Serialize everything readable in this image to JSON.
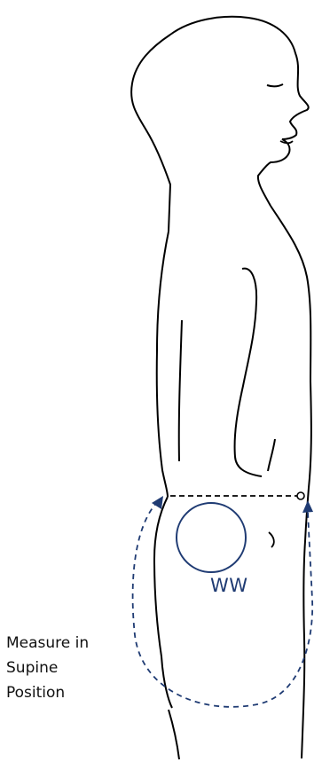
{
  "ww_label": "WW",
  "instruction": {
    "line1": "Measure in",
    "line2": "Supine",
    "line3": "Position"
  },
  "colors": {
    "outline": "#000000",
    "accent": "#1f3b73",
    "background": "#ffffff"
  }
}
